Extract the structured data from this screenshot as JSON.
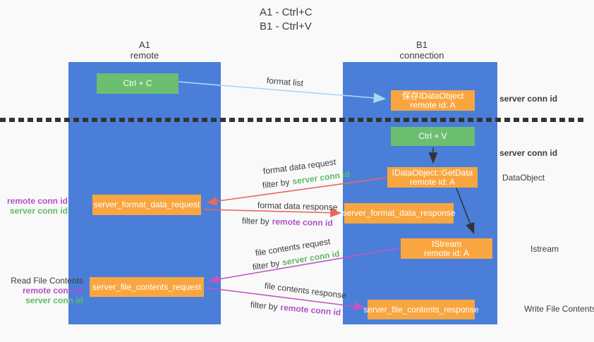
{
  "title": {
    "line1": "A1 - Ctrl+C",
    "line2": "B1 - Ctrl+V"
  },
  "columns": {
    "left": {
      "id": "A1",
      "role": "remote"
    },
    "right": {
      "id": "B1",
      "role": "connection"
    }
  },
  "nodes": {
    "ctrl_c": {
      "label": "Ctrl + C"
    },
    "ctrl_v": {
      "label": "Ctrl + V"
    },
    "save_dataobject": {
      "line1": "保存IDataObject",
      "line2": "remote id: A"
    },
    "getdata": {
      "line1": "IDataObject::GetData",
      "line2": "remote id: A"
    },
    "istream": {
      "line1": "IStream",
      "line2": "remote id: A"
    },
    "server_format_data_request": {
      "label": "server_format_data_request"
    },
    "server_format_data_response": {
      "label": "server_format_data_response"
    },
    "server_file_contents_request": {
      "label": "server_file_contents_request"
    },
    "server_file_contents_response": {
      "label": "server_file_contents_response"
    }
  },
  "labels": {
    "format_list": "format list",
    "format_data_request": "format data request",
    "format_data_response": "format data response",
    "file_contents_request": "file contents request",
    "file_contents_response": "file contents response",
    "filter_by": "filter by",
    "server_conn_id": "server conn id",
    "remote_conn_id": "remote conn id",
    "dataobject": "DataObject",
    "istream": "Istream",
    "write_file_contents": "Write File Contents",
    "read_file_contents": "Read File Contents"
  },
  "colors": {
    "lane_blue": "#4a7ed8",
    "box_green": "#6cbe70",
    "box_orange": "#f9a640",
    "text_green": "#61ba66",
    "text_purple": "#b150c9",
    "arrow_red": "#e8685f",
    "arrow_magenta": "#bf58c3",
    "arrow_light_blue": "#abd6f5",
    "arrow_black": "#333333",
    "divider_black": "#333333"
  }
}
